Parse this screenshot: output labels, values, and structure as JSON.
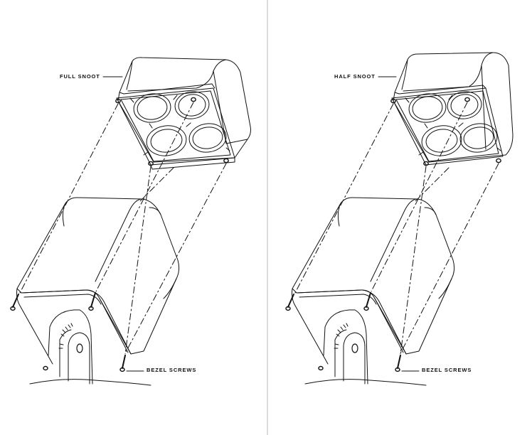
{
  "panels": [
    {
      "snoot_label": "FULL SNOOT",
      "screws_label": "BEZEL SCREWS"
    },
    {
      "snoot_label": "HALF SNOOT",
      "screws_label": "BEZEL SCREWS"
    }
  ],
  "colors": {
    "line": "#111111",
    "divider": "#b8b8b8",
    "background": "#ffffff"
  }
}
